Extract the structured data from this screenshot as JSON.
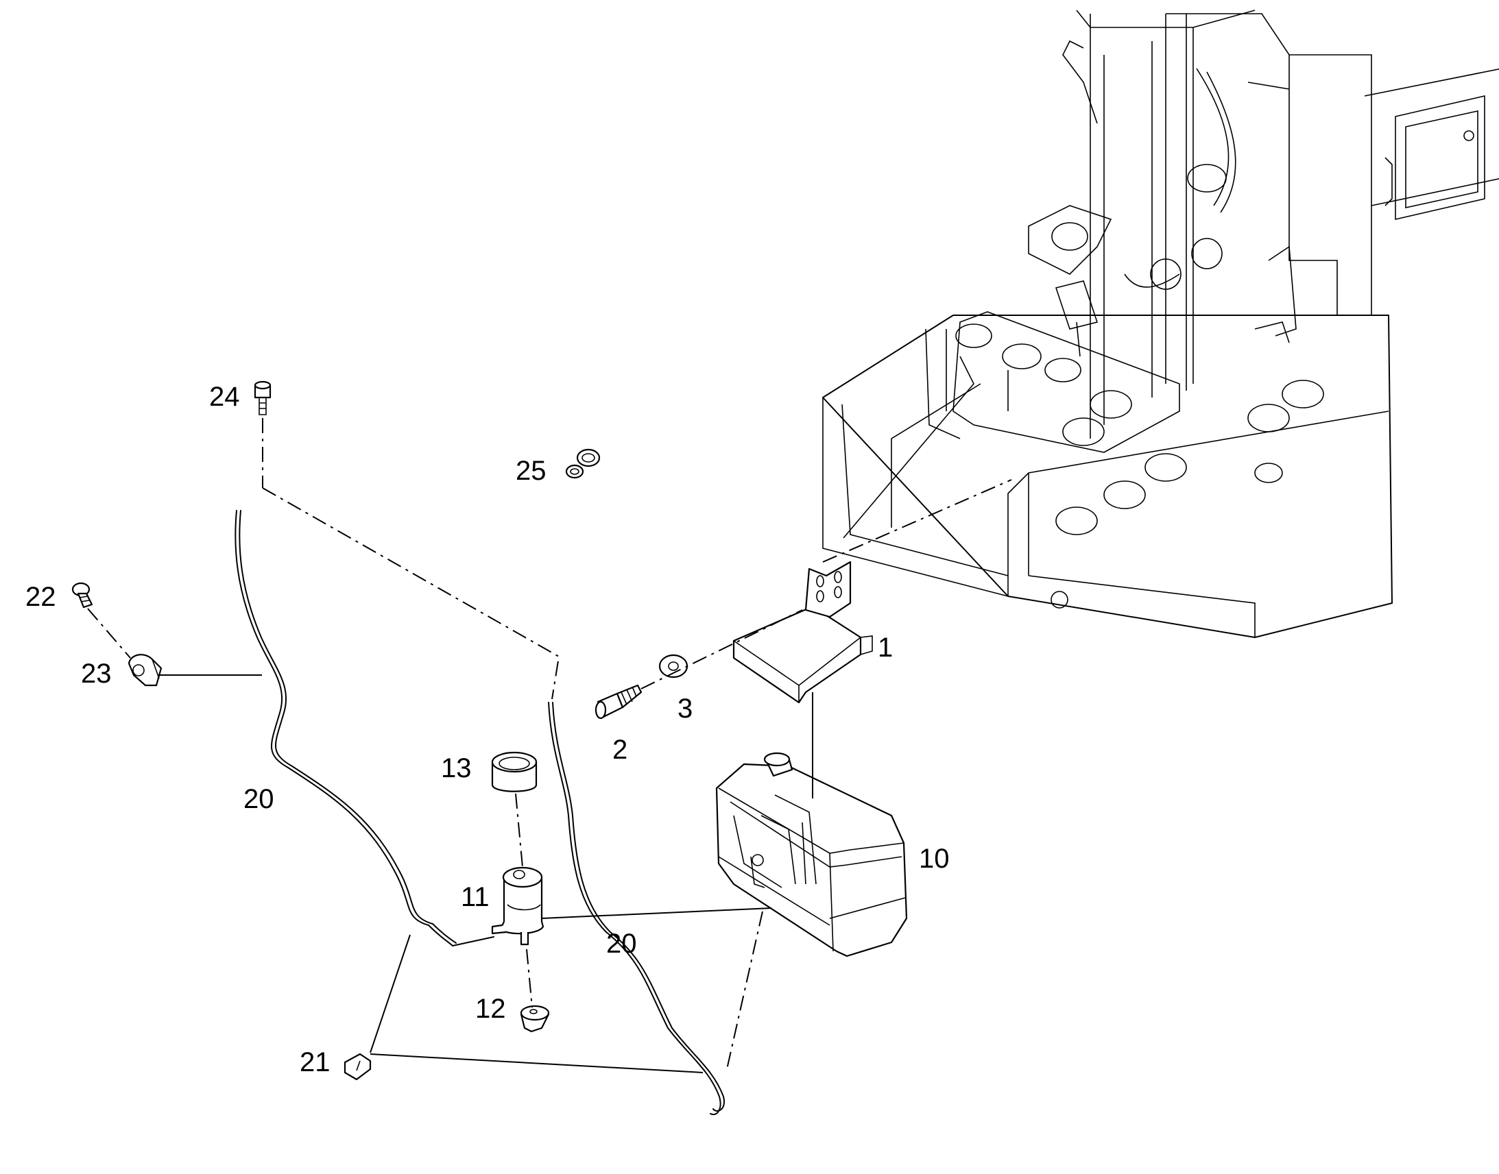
{
  "callouts": [
    {
      "id": "1",
      "label": "1"
    },
    {
      "id": "2",
      "label": "2"
    },
    {
      "id": "3",
      "label": "3"
    },
    {
      "id": "10",
      "label": "10"
    },
    {
      "id": "11",
      "label": "11"
    },
    {
      "id": "12",
      "label": "12"
    },
    {
      "id": "13",
      "label": "13"
    },
    {
      "id": "20a",
      "label": "20"
    },
    {
      "id": "20b",
      "label": "20"
    },
    {
      "id": "21",
      "label": "21"
    },
    {
      "id": "22",
      "label": "22"
    },
    {
      "id": "23",
      "label": "23"
    },
    {
      "id": "24",
      "label": "24"
    },
    {
      "id": "25",
      "label": "25"
    }
  ]
}
